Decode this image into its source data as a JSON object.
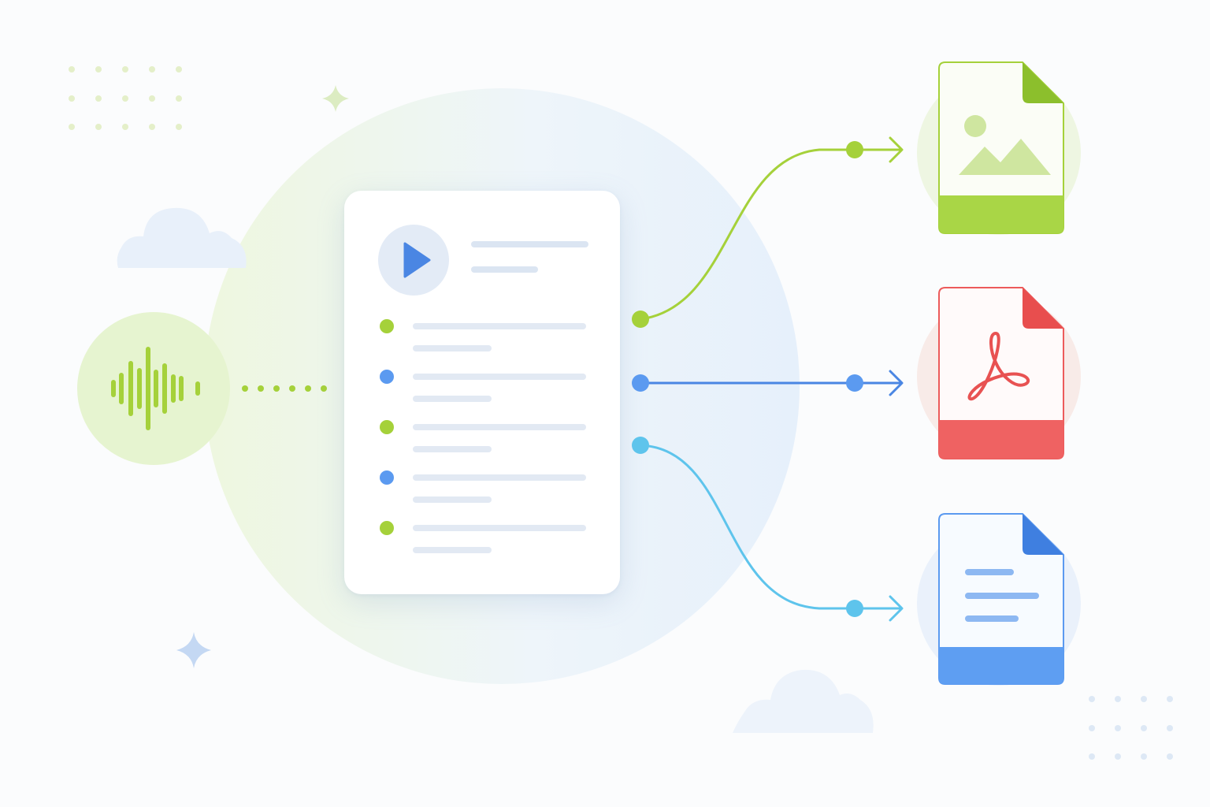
{
  "colors": {
    "green": "#a5d13a",
    "blue": "#5b9af0",
    "light_blue": "#5ec4ec",
    "red": "#ec5b5b",
    "placeholder_line": "#e2e9f3"
  },
  "icons": {
    "audio": "sound-wave-icon",
    "play": "play-icon",
    "image_file": "image-file-icon",
    "pdf_file": "pdf-file-icon",
    "doc_file": "document-file-icon"
  },
  "transcript": {
    "items": [
      {
        "bullet_color": "#a5d13a"
      },
      {
        "bullet_color": "#5b9af0"
      },
      {
        "bullet_color": "#a5d13a"
      },
      {
        "bullet_color": "#5b9af0"
      },
      {
        "bullet_color": "#a5d13a"
      }
    ]
  },
  "exports": [
    {
      "format": "image",
      "color": "#a5d13a"
    },
    {
      "format": "pdf",
      "color": "#ec5b5b"
    },
    {
      "format": "document",
      "color": "#5b9af0"
    }
  ]
}
